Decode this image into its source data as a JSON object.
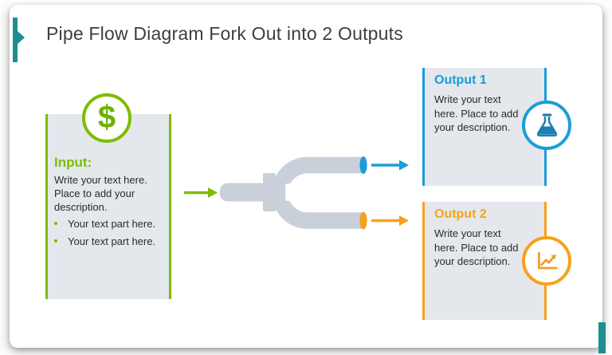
{
  "title": "Pipe Flow Diagram Fork Out into 2 Outputs",
  "input": {
    "heading": "Input:",
    "icon_glyph": "$",
    "lines": [
      "Write your text here.",
      "Place to add your",
      "description."
    ],
    "bullets": [
      "Your text part here.",
      "Your text part here."
    ]
  },
  "output1": {
    "heading": "Output 1",
    "lines": [
      "Write your text",
      "here. Place to add",
      "your description."
    ]
  },
  "output2": {
    "heading": "Output 2",
    "lines": [
      "Write your text",
      "here. Place to add",
      "your description."
    ]
  },
  "colors": {
    "green": "#7fbc00",
    "blue": "#1b9dd9",
    "blue_dark": "#1b7fb4",
    "orange": "#f7a11a",
    "orange_icon": "#efa02c",
    "teal": "#1d8f91",
    "pipe_gray": "#c9d0da",
    "panel_fill": "#e4e8ec",
    "title_text": "#3e3e3e",
    "body_text": "#2a2a2a"
  }
}
